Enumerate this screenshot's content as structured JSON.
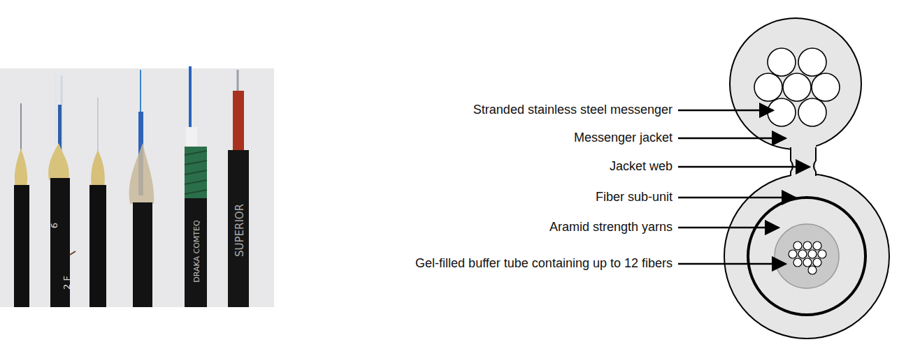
{
  "diagram": {
    "labels": [
      "Stranded stainless steel messenger",
      "Messenger jacket",
      "Jacket web",
      "Fiber sub-unit",
      "Aramid strength yarns",
      "Gel-filled buffer tube containing up to 12 fibers",
      "6",
      "2 F",
      "DRAKA COMTEQ",
      "SUPERIOR"
    ]
  }
}
